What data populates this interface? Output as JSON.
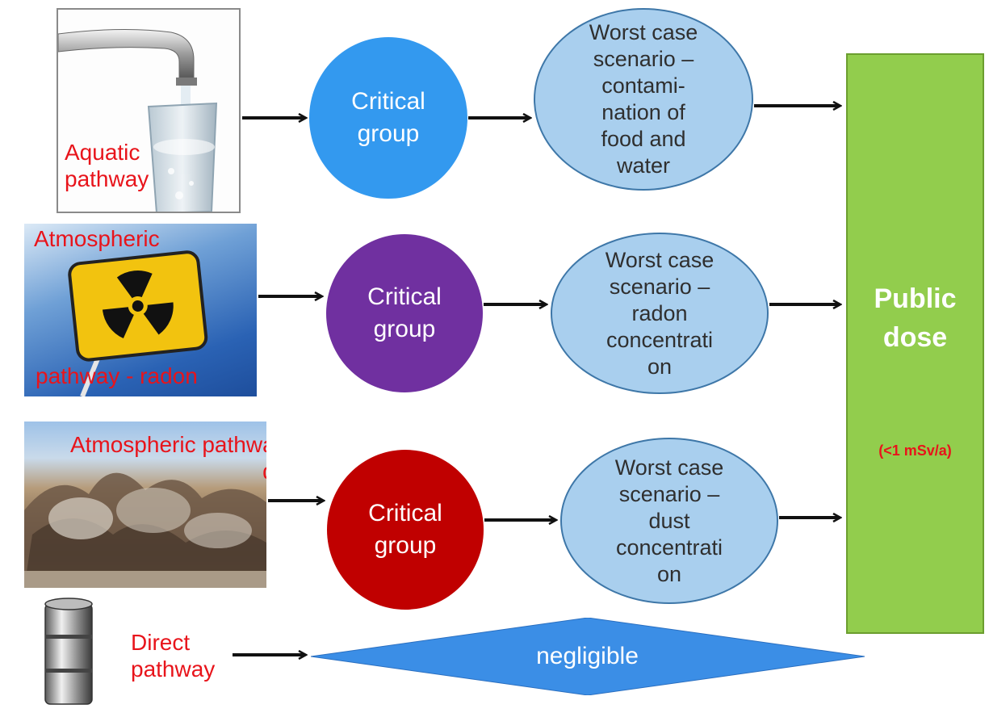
{
  "pathways": [
    {
      "label": "Aquatic\npathway"
    },
    {
      "label_top": "Atmospheric",
      "label_bottom": "pathway - radon"
    },
    {
      "label": "Atmospheric pathway –\n dust"
    },
    {
      "label": "Direct\npathway"
    }
  ],
  "critical_groups": [
    {
      "label": "Critical\ngroup",
      "color": "#3399ef"
    },
    {
      "label": "Critical\ngroup",
      "color": "#7030a0"
    },
    {
      "label": "Critical\ngroup",
      "color": "#c00000"
    }
  ],
  "scenarios": [
    {
      "label": "Worst case\nscenario –\ncontami-\nnation of\nfood and\nwater"
    },
    {
      "label": "Worst case\nscenario –\nradon\nconcentrati\non"
    },
    {
      "label": "Worst case\nscenario –\ndust\nconcentrati\non"
    }
  ],
  "public_dose": {
    "title": "Public\ndose",
    "limit": "(<1 mSv/a)"
  },
  "direct": {
    "result": "negligible"
  },
  "colors": {
    "arrow": "#111111",
    "scenario_fill": "#a9cfee",
    "dose_fill": "#92cd4d",
    "diamond_fill": "#3b8ee6",
    "pathway_text": "#e8141b"
  },
  "icons": [
    "water-tap-icon",
    "radiation-sign-icon",
    "mine-blast-photo",
    "oil-barrel-icon"
  ]
}
